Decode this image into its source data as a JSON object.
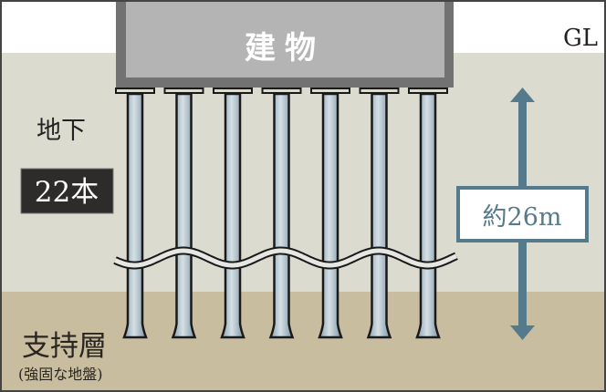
{
  "building": {
    "label": "建物"
  },
  "ground_level": {
    "label": "GL"
  },
  "underground": {
    "label": "地下"
  },
  "pile_count": {
    "label": "22本"
  },
  "depth": {
    "label": "約26m"
  },
  "bearing_layer": {
    "label": "支持層",
    "sublabel": "(強固な地盤)"
  },
  "colors": {
    "sky": "#ffffff",
    "soil": "#dcdbcf",
    "bearing": "#c8bd9f",
    "building_outer": "#727272",
    "building_inner": "#b4b4b4",
    "pile": "#a9bcc6",
    "arrow": "#557a8c"
  }
}
